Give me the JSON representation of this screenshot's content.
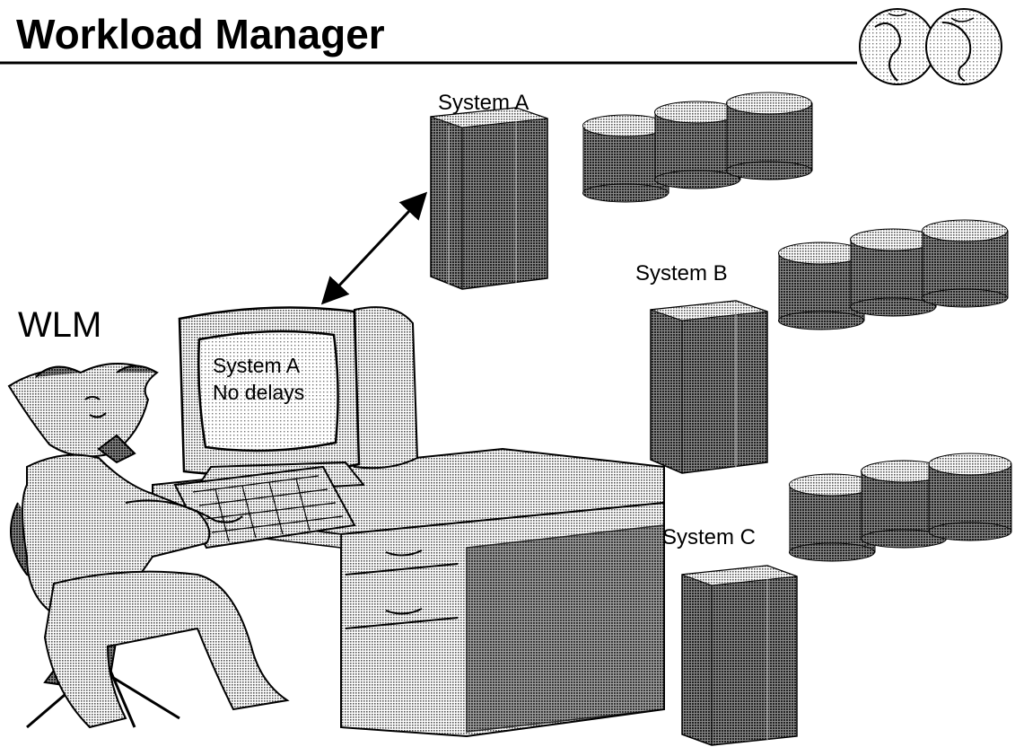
{
  "title": "Workload Manager",
  "actor_label": "WLM",
  "screen_text": {
    "line1": "System A",
    "line2": "No delays"
  },
  "systems": [
    {
      "label": "System A"
    },
    {
      "label": "System B"
    },
    {
      "label": "System C"
    }
  ],
  "colors": {
    "ink": "#000000",
    "shade": "#8c8c8c",
    "dark_shade": "#3a3a3a",
    "light_shade": "#cfcfcf"
  },
  "icons": [
    "globe-logo-icon",
    "double-arrow-icon",
    "server-icon",
    "disk-icon",
    "person-icon",
    "monitor-icon",
    "desk-icon",
    "keyboard-icon"
  ]
}
